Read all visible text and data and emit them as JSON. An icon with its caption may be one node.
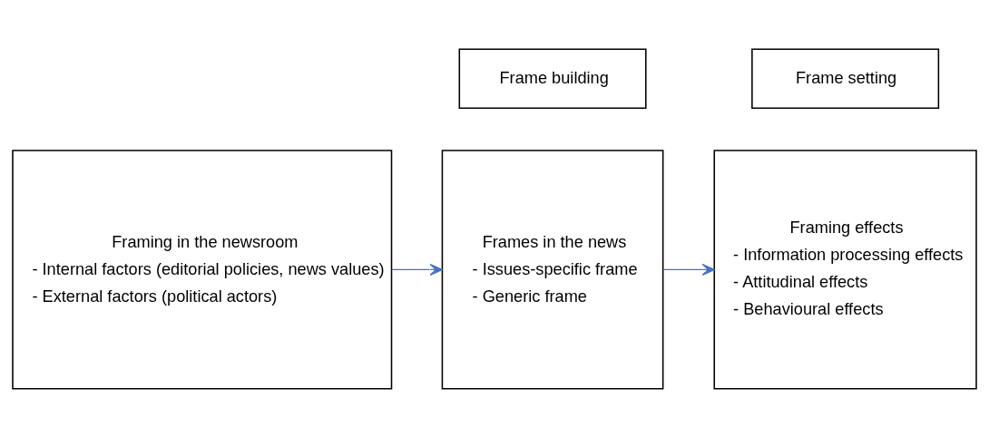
{
  "diagram": {
    "nodes": [
      {
        "text": [
          "Frame building"
        ]
      },
      {
        "text": [
          "Frame setting"
        ]
      },
      {
        "text": [
          "Framing in the newsroom",
          "- Internal factors (editorial policies, news values)",
          "- External factors (political actors)"
        ]
      },
      {
        "text": [
          "Frames in the news",
          "- Issues-specific frame",
          "- Generic frame"
        ]
      },
      {
        "text": [
          "Framing effects",
          "- Information processing effects",
          "- Attitudinal effects",
          "- Behavioural effects"
        ]
      }
    ],
    "edges": [
      {
        "from": 2,
        "to": 3,
        "arrow": "to"
      },
      {
        "from": 3,
        "to": 4,
        "arrow": "to"
      }
    ]
  }
}
